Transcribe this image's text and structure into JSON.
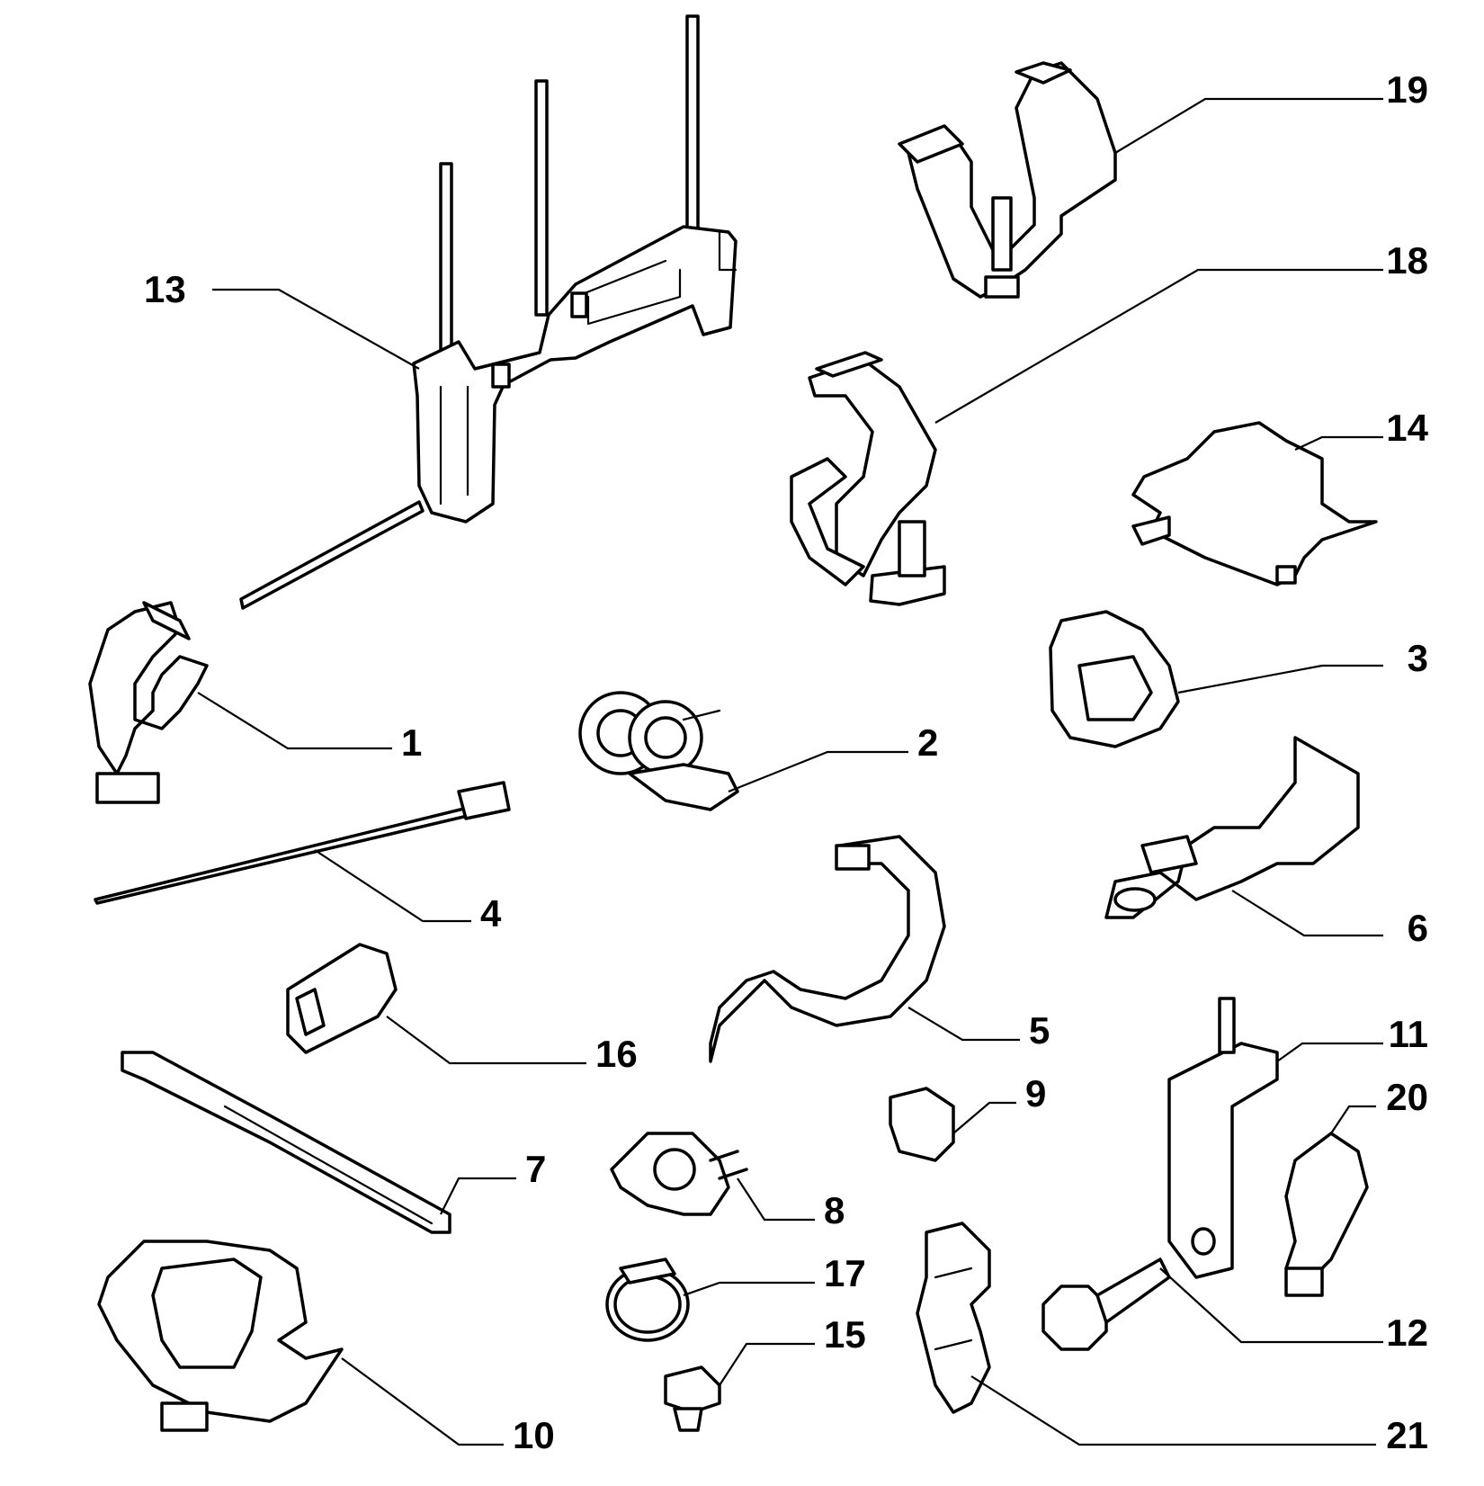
{
  "diagram": {
    "type": "exploded-parts-diagram",
    "colors": {
      "line": "#000000",
      "background": "#ffffff"
    },
    "callouts": [
      "1",
      "2",
      "3",
      "4",
      "5",
      "6",
      "7",
      "8",
      "9",
      "10",
      "11",
      "12",
      "13",
      "14",
      "15",
      "16",
      "17",
      "18",
      "19",
      "20",
      "21"
    ]
  }
}
